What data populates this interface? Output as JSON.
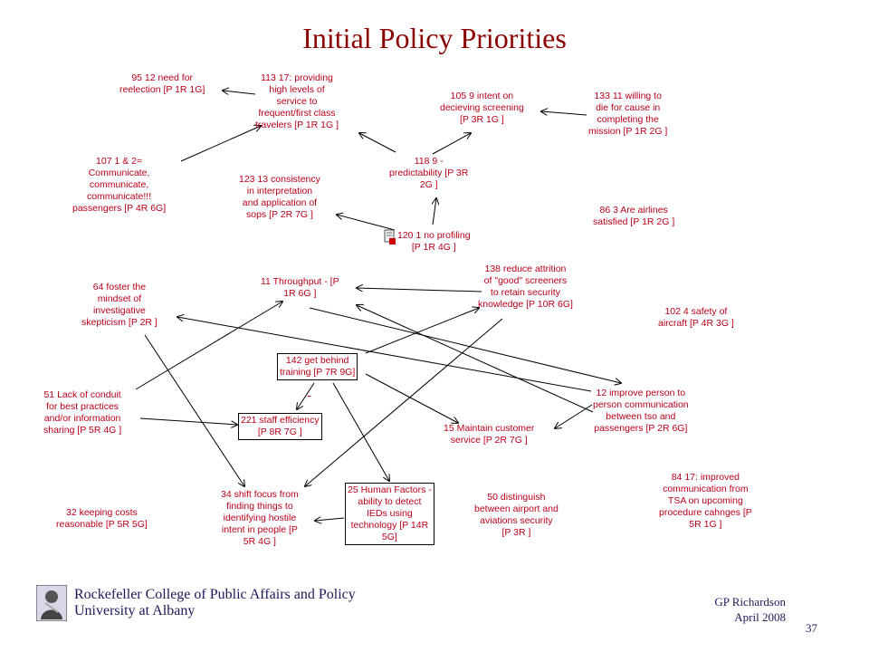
{
  "title": "Initial Policy Priorities",
  "nodes": [
    {
      "id": "n95",
      "label": "95 12 need for\nreelection [P 1R 1G]",
      "boxed": false
    },
    {
      "id": "n113",
      "label": "113 17: providing\nhigh levels of\nservice to\nfrequent/first class\ntravelers [P 1R 1G ]",
      "boxed": false
    },
    {
      "id": "n105",
      "label": "105 9 intent on\ndecieving screening\n[P 3R 1G ]",
      "boxed": false
    },
    {
      "id": "n133",
      "label": "133 11 willing to\ndie for cause in\ncompleting the\nmission [P 1R 2G ]",
      "boxed": false
    },
    {
      "id": "n107",
      "label": "107 1 & 2=\nCommunicate,\ncommunicate,\ncommunicate!!!\npassengers [P 4R 6G]",
      "boxed": false
    },
    {
      "id": "n118",
      "label": "118 9 -\npredictability [P 3R\n2G ]",
      "boxed": false
    },
    {
      "id": "n123",
      "label": "123 13 consistency\nin interpretation\nand application of\nsops [P 2R 7G ]",
      "boxed": false
    },
    {
      "id": "n86",
      "label": "86 3 Are airlines\nsatisfied [P 1R 2G ]",
      "boxed": false
    },
    {
      "id": "n120",
      "label": "120 1 no profiling\n[P 1R 4G ]",
      "boxed": false
    },
    {
      "id": "n64",
      "label": "64 foster the\nmindset of\ninvestigative\nskepticism [P 2R ]",
      "boxed": false
    },
    {
      "id": "n11",
      "label": "11 Throughput - [P\n1R 6G ]",
      "boxed": false
    },
    {
      "id": "n138",
      "label": "138 reduce attrition\nof \"good\" screeners\nto retain security\nknowledge [P 10R 6G]",
      "boxed": false
    },
    {
      "id": "n102",
      "label": "102 4 safety of\naircraft [P 4R 3G ]",
      "boxed": false
    },
    {
      "id": "n142",
      "label": "142 get behind\ntraining [P 7R 9G]",
      "boxed": true
    },
    {
      "id": "n51",
      "label": "51 Lack of conduit\nfor best practices\nand/or information\nsharing [P 5R 4G ]",
      "boxed": false
    },
    {
      "id": "n221",
      "label": "221 staff efficiency\n[P 8R 7G ]",
      "boxed": true
    },
    {
      "id": "n12",
      "label": "12 improve person to\nperson communication\nbetween tso and\npassengers [P 2R 6G]",
      "boxed": false
    },
    {
      "id": "n15",
      "label": "15 Maintain customer\nservice [P 2R 7G ]",
      "boxed": false
    },
    {
      "id": "n84",
      "label": "84 17: improved\ncommunication from\nTSA on upcoming\nprocedure cahnges [P\n5R 1G ]",
      "boxed": false
    },
    {
      "id": "n34",
      "label": "34 shift focus from\nfinding things to\nidentifying hostile\nintent in people [P\n5R 4G ]",
      "boxed": false
    },
    {
      "id": "n25",
      "label": "25 Human Factors -\nability to detect\nIEDs using\ntechnology [P 14R\n5G]",
      "boxed": true
    },
    {
      "id": "n50",
      "label": "50 distinguish\nbetween airport and\naviations security\n[P 3R ]",
      "boxed": false
    },
    {
      "id": "n32",
      "label": "32 keeping costs\nreasonable [P 5R 5G]",
      "boxed": false
    }
  ],
  "annotation_minus": "-",
  "footer": {
    "org_line1": "Rockefeller College of Public Affairs and Policy",
    "org_line2": "University at Albany",
    "author": "GP Richardson",
    "date": "April 2008",
    "page_number": "37"
  },
  "colors": {
    "title": "#8b0000",
    "node_text": "#b8001a",
    "arrow": "#000000",
    "footer_text": "#1a1a5a"
  },
  "icons": [
    "document-icon",
    "logo-icon"
  ]
}
